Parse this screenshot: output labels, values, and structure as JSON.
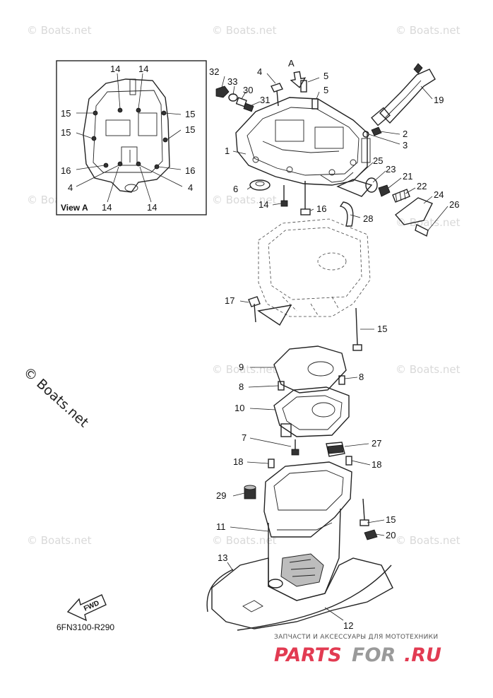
{
  "watermark": {
    "text": "© Boats.net",
    "text_large": "© Boats.net"
  },
  "inset": {
    "label": "View A",
    "callouts": {
      "left": [
        "15",
        "15",
        "16",
        "4"
      ],
      "right": [
        "15",
        "15",
        "16",
        "4"
      ],
      "top": [
        "14",
        "14"
      ],
      "bottom": [
        "14",
        "14"
      ]
    }
  },
  "view_arrow_label": "A",
  "callouts": {
    "c1": "1",
    "c2": "2",
    "c3": "3",
    "c4": "4",
    "c5a": "5",
    "c5b": "5",
    "c6": "6",
    "c7": "7",
    "c8a": "8",
    "c8b": "8",
    "c9": "9",
    "c10": "10",
    "c11": "11",
    "c12": "12",
    "c13": "13",
    "c14": "14",
    "c15a": "15",
    "c15b": "15",
    "c16": "16",
    "c17": "17",
    "c18a": "18",
    "c18b": "18",
    "c19": "19",
    "c20": "20",
    "c21": "21",
    "c22": "22",
    "c23": "23",
    "c24": "24",
    "c25": "25",
    "c26": "26",
    "c27": "27",
    "c28": "28",
    "c29": "29",
    "c30": "30",
    "c31": "31",
    "c32": "32",
    "c33": "33"
  },
  "fwd_label": "FWD",
  "diagram_code": "6FN3100-R290",
  "brand": {
    "tagline": "ЗАПЧАСТИ И АКСЕССУАРЫ ДЛЯ МОТОТЕХНИКИ",
    "name_main": "PARTS",
    "name_mid": "FOR",
    "name_tld": ".RU"
  }
}
